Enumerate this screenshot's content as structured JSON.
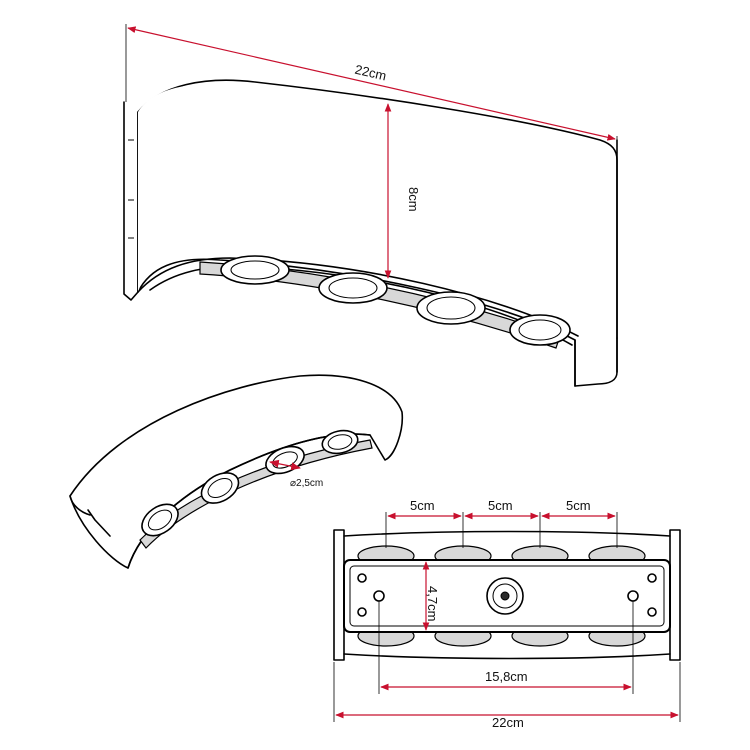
{
  "colors": {
    "dimension_line": "#c8102e",
    "outline": "#000000",
    "background": "#ffffff"
  },
  "dimensions": {
    "top_length": "22cm",
    "top_height": "8cm",
    "led_diameter": "⌀2,5cm",
    "spacing_1": "5cm",
    "spacing_2": "5cm",
    "spacing_3": "5cm",
    "plate_height": "4,7cm",
    "hole_distance": "15,8cm",
    "bottom_length": "22cm"
  }
}
